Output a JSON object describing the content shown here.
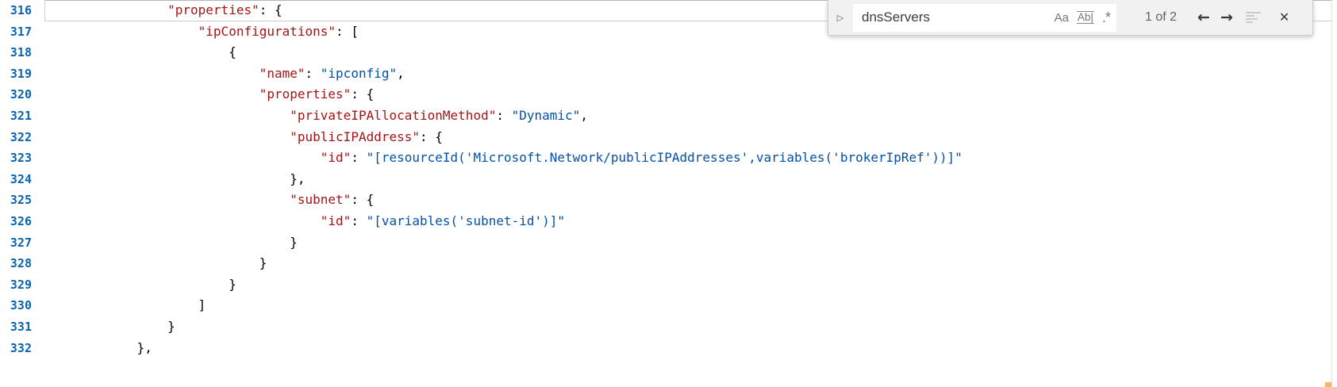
{
  "editor": {
    "current_line_number": "316",
    "colors": {
      "key": "#a31515",
      "string": "#0451a5",
      "punctuation": "#000000",
      "line_number": "#0b64af",
      "find_match_marker": "#f3ba59"
    },
    "lines": [
      {
        "number": "316",
        "indent": 16,
        "tokens": [
          [
            "key",
            "\"properties\""
          ],
          [
            "punc",
            ": {"
          ]
        ]
      },
      {
        "number": "317",
        "indent": 20,
        "tokens": [
          [
            "key",
            "\"ipConfigurations\""
          ],
          [
            "punc",
            ": ["
          ]
        ]
      },
      {
        "number": "318",
        "indent": 24,
        "tokens": [
          [
            "punc",
            "{"
          ]
        ]
      },
      {
        "number": "319",
        "indent": 28,
        "tokens": [
          [
            "key",
            "\"name\""
          ],
          [
            "punc",
            ": "
          ],
          [
            "str",
            "\"ipconfig\""
          ],
          [
            "punc",
            ","
          ]
        ]
      },
      {
        "number": "320",
        "indent": 28,
        "tokens": [
          [
            "key",
            "\"properties\""
          ],
          [
            "punc",
            ": {"
          ]
        ]
      },
      {
        "number": "321",
        "indent": 32,
        "tokens": [
          [
            "key",
            "\"privateIPAllocationMethod\""
          ],
          [
            "punc",
            ": "
          ],
          [
            "str",
            "\"Dynamic\""
          ],
          [
            "punc",
            ","
          ]
        ]
      },
      {
        "number": "322",
        "indent": 32,
        "tokens": [
          [
            "key",
            "\"publicIPAddress\""
          ],
          [
            "punc",
            ": {"
          ]
        ]
      },
      {
        "number": "323",
        "indent": 36,
        "tokens": [
          [
            "key",
            "\"id\""
          ],
          [
            "punc",
            ": "
          ],
          [
            "str",
            "\"[resourceId('Microsoft.Network/publicIPAddresses',variables('brokerIpRef'))]\""
          ]
        ]
      },
      {
        "number": "324",
        "indent": 32,
        "tokens": [
          [
            "punc",
            "},"
          ]
        ]
      },
      {
        "number": "325",
        "indent": 32,
        "tokens": [
          [
            "key",
            "\"subnet\""
          ],
          [
            "punc",
            ": {"
          ]
        ]
      },
      {
        "number": "326",
        "indent": 36,
        "tokens": [
          [
            "key",
            "\"id\""
          ],
          [
            "punc",
            ": "
          ],
          [
            "str",
            "\"[variables('subnet-id')]\""
          ]
        ]
      },
      {
        "number": "327",
        "indent": 32,
        "tokens": [
          [
            "punc",
            "}"
          ]
        ]
      },
      {
        "number": "328",
        "indent": 28,
        "tokens": [
          [
            "punc",
            "}"
          ]
        ]
      },
      {
        "number": "329",
        "indent": 24,
        "tokens": [
          [
            "punc",
            "}"
          ]
        ]
      },
      {
        "number": "330",
        "indent": 20,
        "tokens": [
          [
            "punc",
            "]"
          ]
        ]
      },
      {
        "number": "331",
        "indent": 16,
        "tokens": [
          [
            "punc",
            "}"
          ]
        ]
      },
      {
        "number": "332",
        "indent": 12,
        "tokens": [
          [
            "punc",
            "},"
          ]
        ]
      }
    ]
  },
  "find_widget": {
    "expand_chevron": "▷",
    "query": "dnsServers",
    "match_case_label": "Aa",
    "whole_word_label": "Ab|",
    "regex_label": ".*",
    "results_label": "1 of 2",
    "prev_glyph": "←",
    "next_glyph": "→",
    "close_glyph": "✕"
  }
}
